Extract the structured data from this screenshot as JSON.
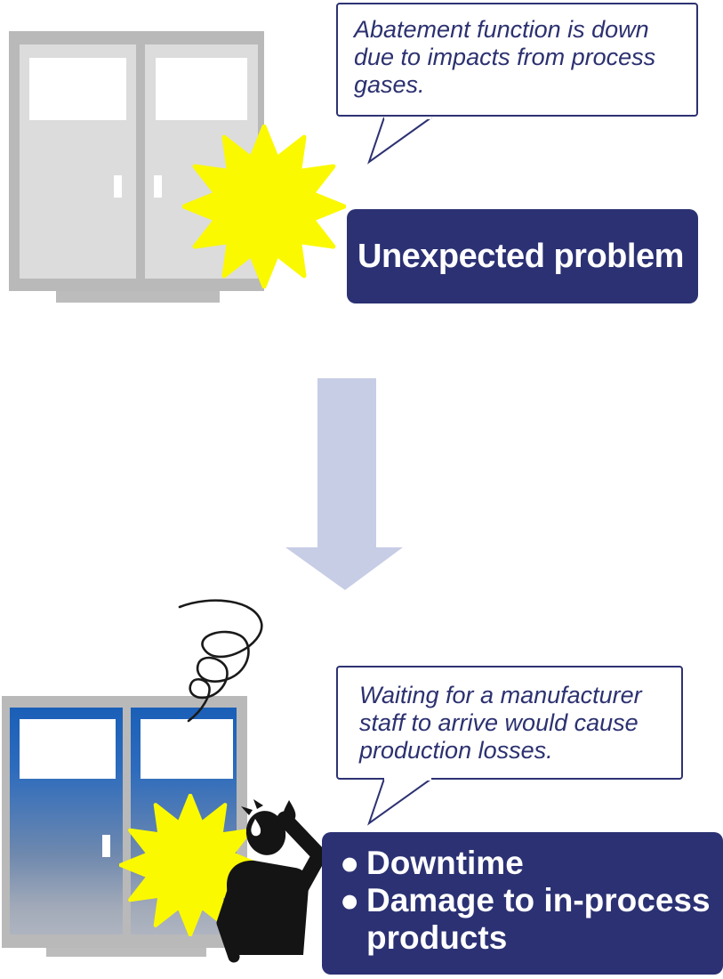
{
  "top_section": {
    "speech_bubble_text": "Abatement function is down due to impacts from process gases.",
    "banner_label": "Unexpected problem"
  },
  "bottom_section": {
    "speech_bubble_text": "Waiting for a manufacturer staff to arrive would cause production losses.",
    "banner_items": [
      {
        "bullet": "●",
        "label": "Downtime"
      },
      {
        "bullet": "●",
        "label": "Damage to in-process products"
      }
    ]
  },
  "icons": {
    "starburst": "impact-starburst",
    "arrow": "down-arrow",
    "spiral": "dizzy-spiral",
    "person": "worried-person",
    "sweat": "sweat-drop"
  },
  "colors": {
    "banner_navy": "#2b3173",
    "bubble_border_navy": "#2d3273",
    "text_navy": "#2c3170",
    "starburst_yellow": "#fbf900",
    "arrow_lavender": "#c7cde5",
    "cabinet_frame_gray": "#b9b9b9",
    "cabinet_door_gray": "#dcdcdc",
    "cabinet_door_blue": "#1a5fb8",
    "silhouette_black": "#141414"
  }
}
